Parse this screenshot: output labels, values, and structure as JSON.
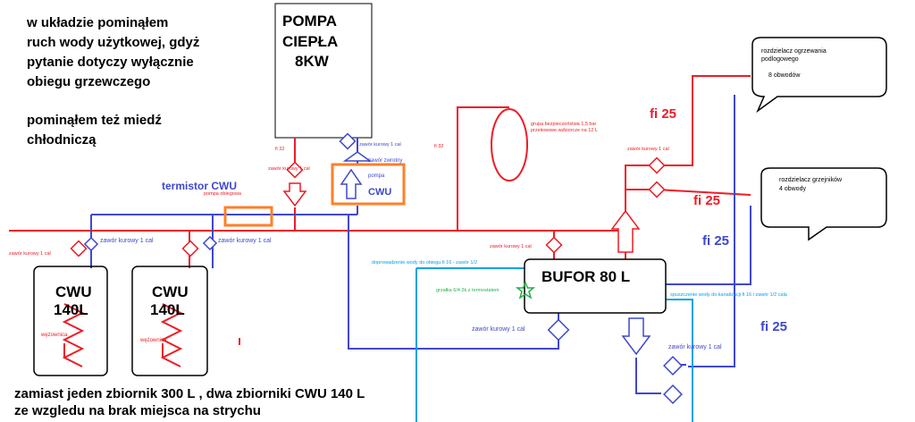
{
  "notes": {
    "line1": "w układzie pominąłem",
    "line2": "ruch wody użytkowej, gdyż",
    "line3": "pytanie dotyczy wyłącznie",
    "line4": "obiegu grzewczego",
    "line5": "pominąłem też miedź",
    "line6": "chłodniczą"
  },
  "pump": {
    "line1": "POMPA",
    "line2": "CIEPŁA",
    "line3": "8KW"
  },
  "bottom_note": {
    "line1": "zamiast jeden zbiornik 300 L , dwa zbiorniki CWU 140 L",
    "line2": "ze wzgledu na brak miejsca na strychu"
  },
  "tanks": [
    {
      "name_line1": "CWU",
      "name_line2": "140L",
      "coil": "wężownica"
    },
    {
      "name_line1": "CWU",
      "name_line2": "140L",
      "coil": "wężownica"
    }
  ],
  "buffer": {
    "label": "BUFOR 80 L"
  },
  "manifolds": {
    "floor": {
      "line1": "rozdzielacz ogrzewania",
      "line2": "podlogowego",
      "line3": "8 obwodów"
    },
    "radiator": {
      "line1": "rozdzielacz grzejników",
      "line2": "4  obwody"
    }
  },
  "labels": {
    "termistor": "termistor CWU",
    "pompa_obiegowa": "pompa obiegowa",
    "pompa": "pompa",
    "cwu": "CWU",
    "zawor_zwrotny": "zawór zwrotny",
    "valve_top_blue": "zawór kurowy 1 cal",
    "valve_top_red": "zawór kurowy 1 cal",
    "fi32_left": "fi 32",
    "fi32_right": "fi 32",
    "valve_tank1_red": "zawór kurowy 1 cal",
    "valve_tank1_blue": "zawór kurowy 1 cal",
    "valve_tank2_blue": "zawór kurowy 1 cal",
    "valve_buffer_red": "zawór kurowy 1 cal",
    "valve_buffer_blue": "zawór kurowy 1 cal",
    "valve_manifold": "zawór kurowy 1 cal",
    "valve_bottom_right": "zawór kurowy 1 cal",
    "group1": "grupa bezpieczeństwa 1,5 bar",
    "group2": "przelewowe wzbiorcze na 12 L",
    "doprowadzenie": "doprowadzenie wody do obiegu fi 16 - zawór 1/2",
    "grzalka": "grzałka 6/4 2k z termostatem",
    "spuszczenie": "spuszczenie wody do kanalizacji fi 16 i zawór 1/2 cala",
    "fi25_a": "fi 25",
    "fi25_b": "fi 25",
    "fi25_c": "fi 25",
    "fi25_d": "fi 25"
  },
  "colors": {
    "hot": "#ee1c25",
    "cold": "#3f48cc",
    "light": "#00a2e8",
    "accent": "#ff7f27",
    "green": "#22b14c"
  }
}
